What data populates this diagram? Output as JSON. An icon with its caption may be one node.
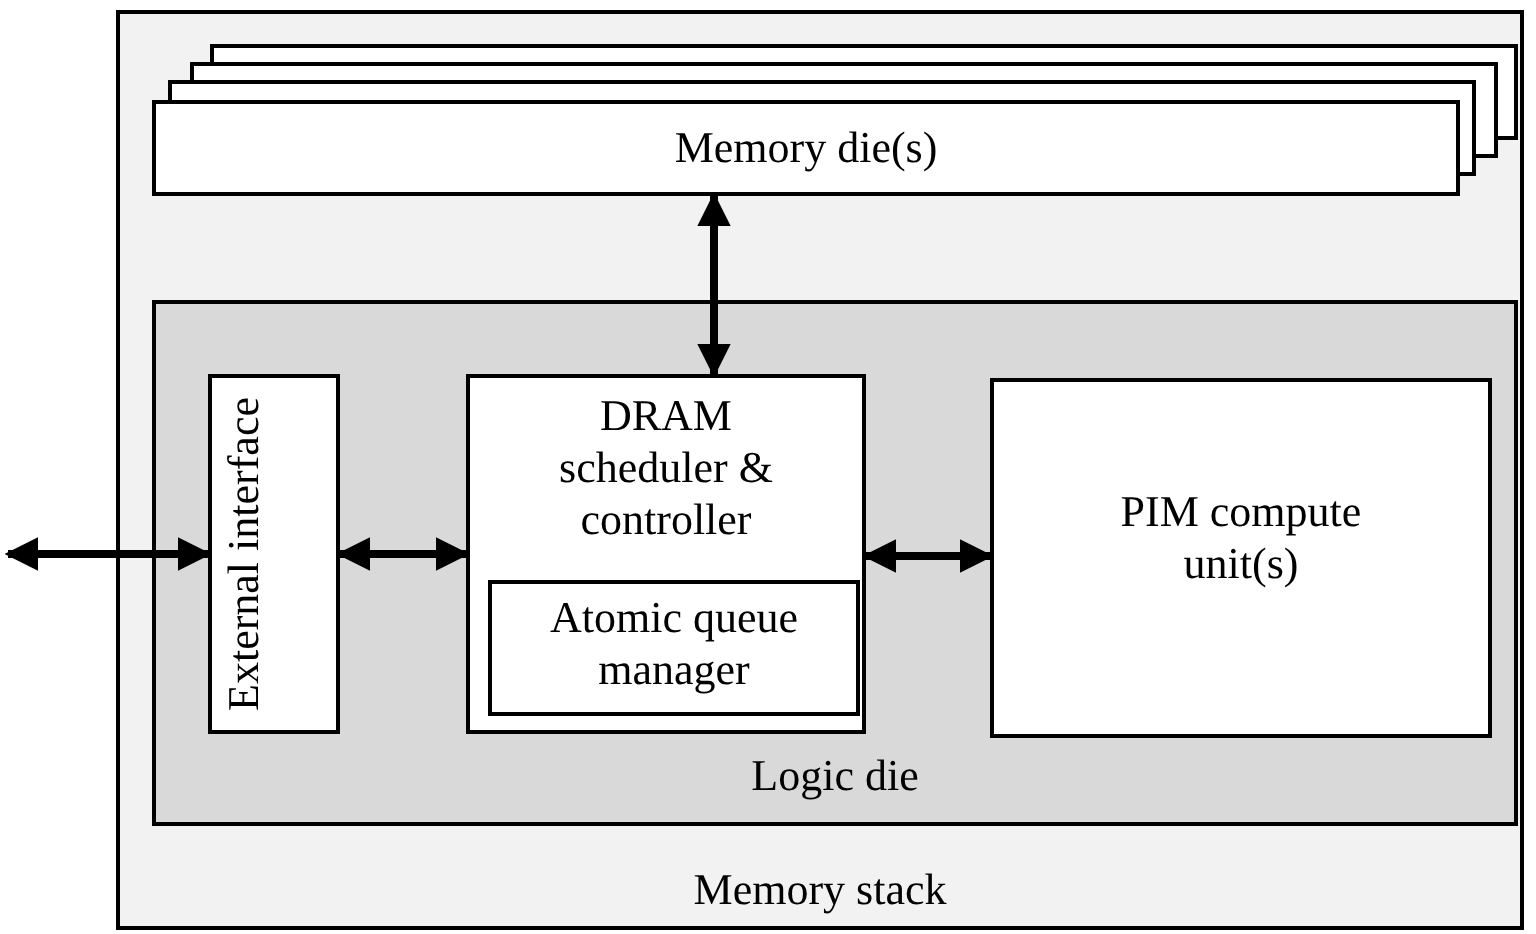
{
  "diagram": {
    "nodes": [
      {
        "text": [
          "Memory stack"
        ]
      },
      {
        "text": [
          "Memory die(s)"
        ],
        "in": 0
      },
      {
        "text": [
          "Logic die"
        ],
        "in": 0
      },
      {
        "text": [
          "External interface"
        ],
        "in": 2
      },
      {
        "text": [
          "DRAM scheduler & controller"
        ],
        "in": 2
      },
      {
        "text": [
          "Atomic queue manager"
        ],
        "in": 4
      },
      {
        "text": [
          "PIM compute unit(s)"
        ],
        "in": 2
      }
    ],
    "edges": [
      {
        "from": null,
        "to": 3,
        "arrow": "both"
      },
      {
        "from": 3,
        "to": 4,
        "arrow": "both"
      },
      {
        "from": 4,
        "to": 6,
        "arrow": "both"
      },
      {
        "from": 1,
        "to": 4,
        "arrow": "both"
      }
    ]
  }
}
